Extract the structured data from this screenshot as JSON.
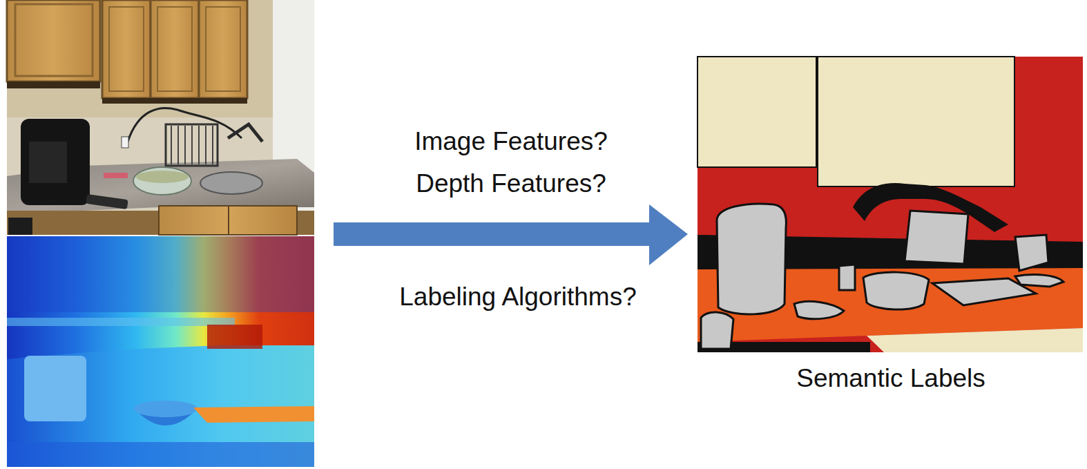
{
  "diagram": {
    "labels": [
      "Image Features?",
      "Depth Features?",
      "Labeling Algorithms?",
      "Semantic Labels"
    ]
  }
}
